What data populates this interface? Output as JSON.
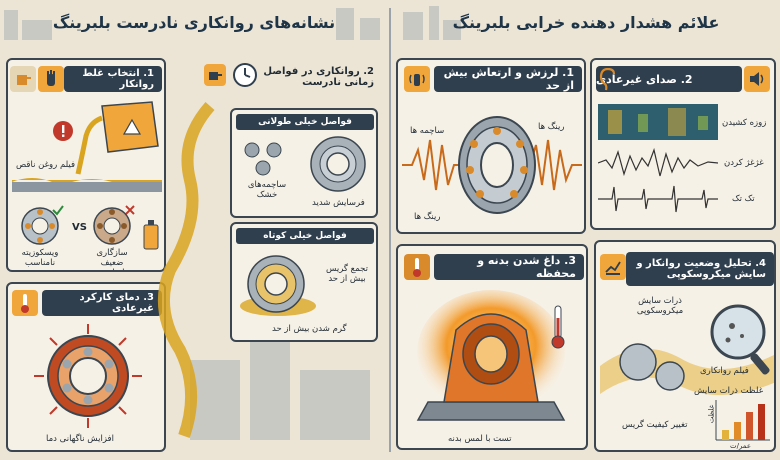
{
  "right": {
    "header": "علائم هشدار دهنده خرابی بلبرینگ",
    "vibration": {
      "title": "1. لرزش و ارتعاش بیش از حد",
      "labels": [
        "رینگ ها",
        "ساچمه ها",
        "رینگ ها"
      ]
    },
    "noise": {
      "title": "2. صدای غیرعادی",
      "labels": [
        "زوزه کشیدن",
        "غژغژ کردن",
        "تک تک"
      ]
    },
    "heat": {
      "title": "3. داغ شدن بدنه و محفظه",
      "caption": "تست با لمس بدنه"
    },
    "analysis": {
      "title": "4. تحلیل وضعیت روانکار و سایش میکروسکوپی",
      "labels": [
        "ذرات سایش میکروسکوپی",
        "فیلم روانکاری",
        "تغییر کیفیت گریس",
        "غلظت ذرات سایش",
        "غلظت",
        "عمر/ت"
      ]
    }
  },
  "left": {
    "header": "نشانه‌های روانکاری نادرست بلبرینگ",
    "wrong_lube": {
      "title": "1. انتخاب غلط روانکار",
      "film": "فیلم روغن ناقص",
      "vs": "VS",
      "good": "ویسکوزیته نامناسب",
      "bad": "سازگاری ضعیف نامناسب"
    },
    "interval": {
      "title": "2. روانکاری در فواصل زمانی نادرست",
      "long": "فواصل خیلی طولانی",
      "long_labels": [
        "ساچمه‌های خشک",
        "فرسایش شدید"
      ],
      "short": "فواصل خیلی کوتاه",
      "short_labels": [
        "تجمع گریس بیش از حد",
        "گرم شدن بیش از حد"
      ]
    },
    "temp": {
      "title": "3. دمای کارکرد غیرعادی",
      "caption": "افزایش ناگهانی دما"
    }
  },
  "colors": {
    "accent": "#f0a63a",
    "dark": "#2f3f4e",
    "bg": "#ece5d6",
    "panel": "#f6f1e6",
    "wave": "#c96a1a",
    "grease": "#d9a520"
  }
}
